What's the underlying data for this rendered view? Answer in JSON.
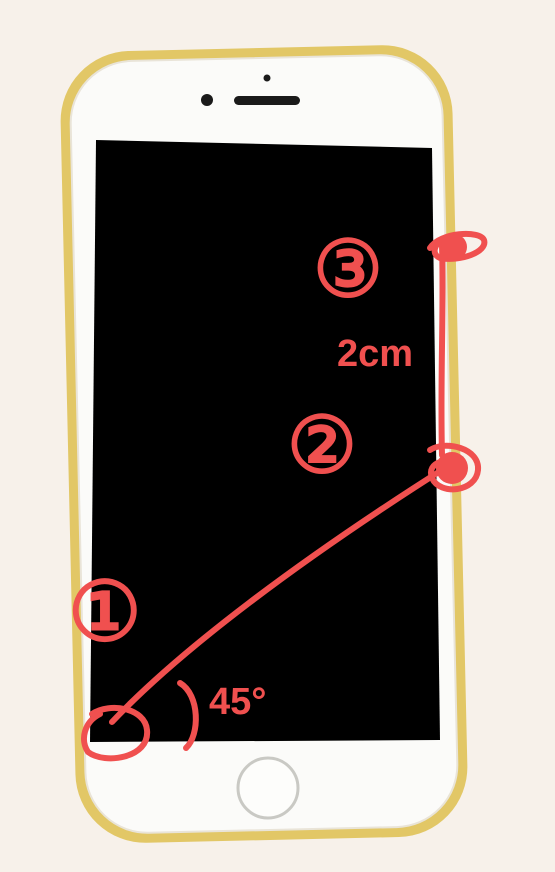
{
  "annotations": {
    "step1": "①",
    "step2": "②",
    "step3": "③",
    "distance": "2cm",
    "angle": "45°"
  },
  "colors": {
    "background": "#f7f1ea",
    "case_gold": "#e2c766",
    "phone_body": "#fbfbf9",
    "screen": "#000000",
    "annotation_red": "#f0504f"
  }
}
